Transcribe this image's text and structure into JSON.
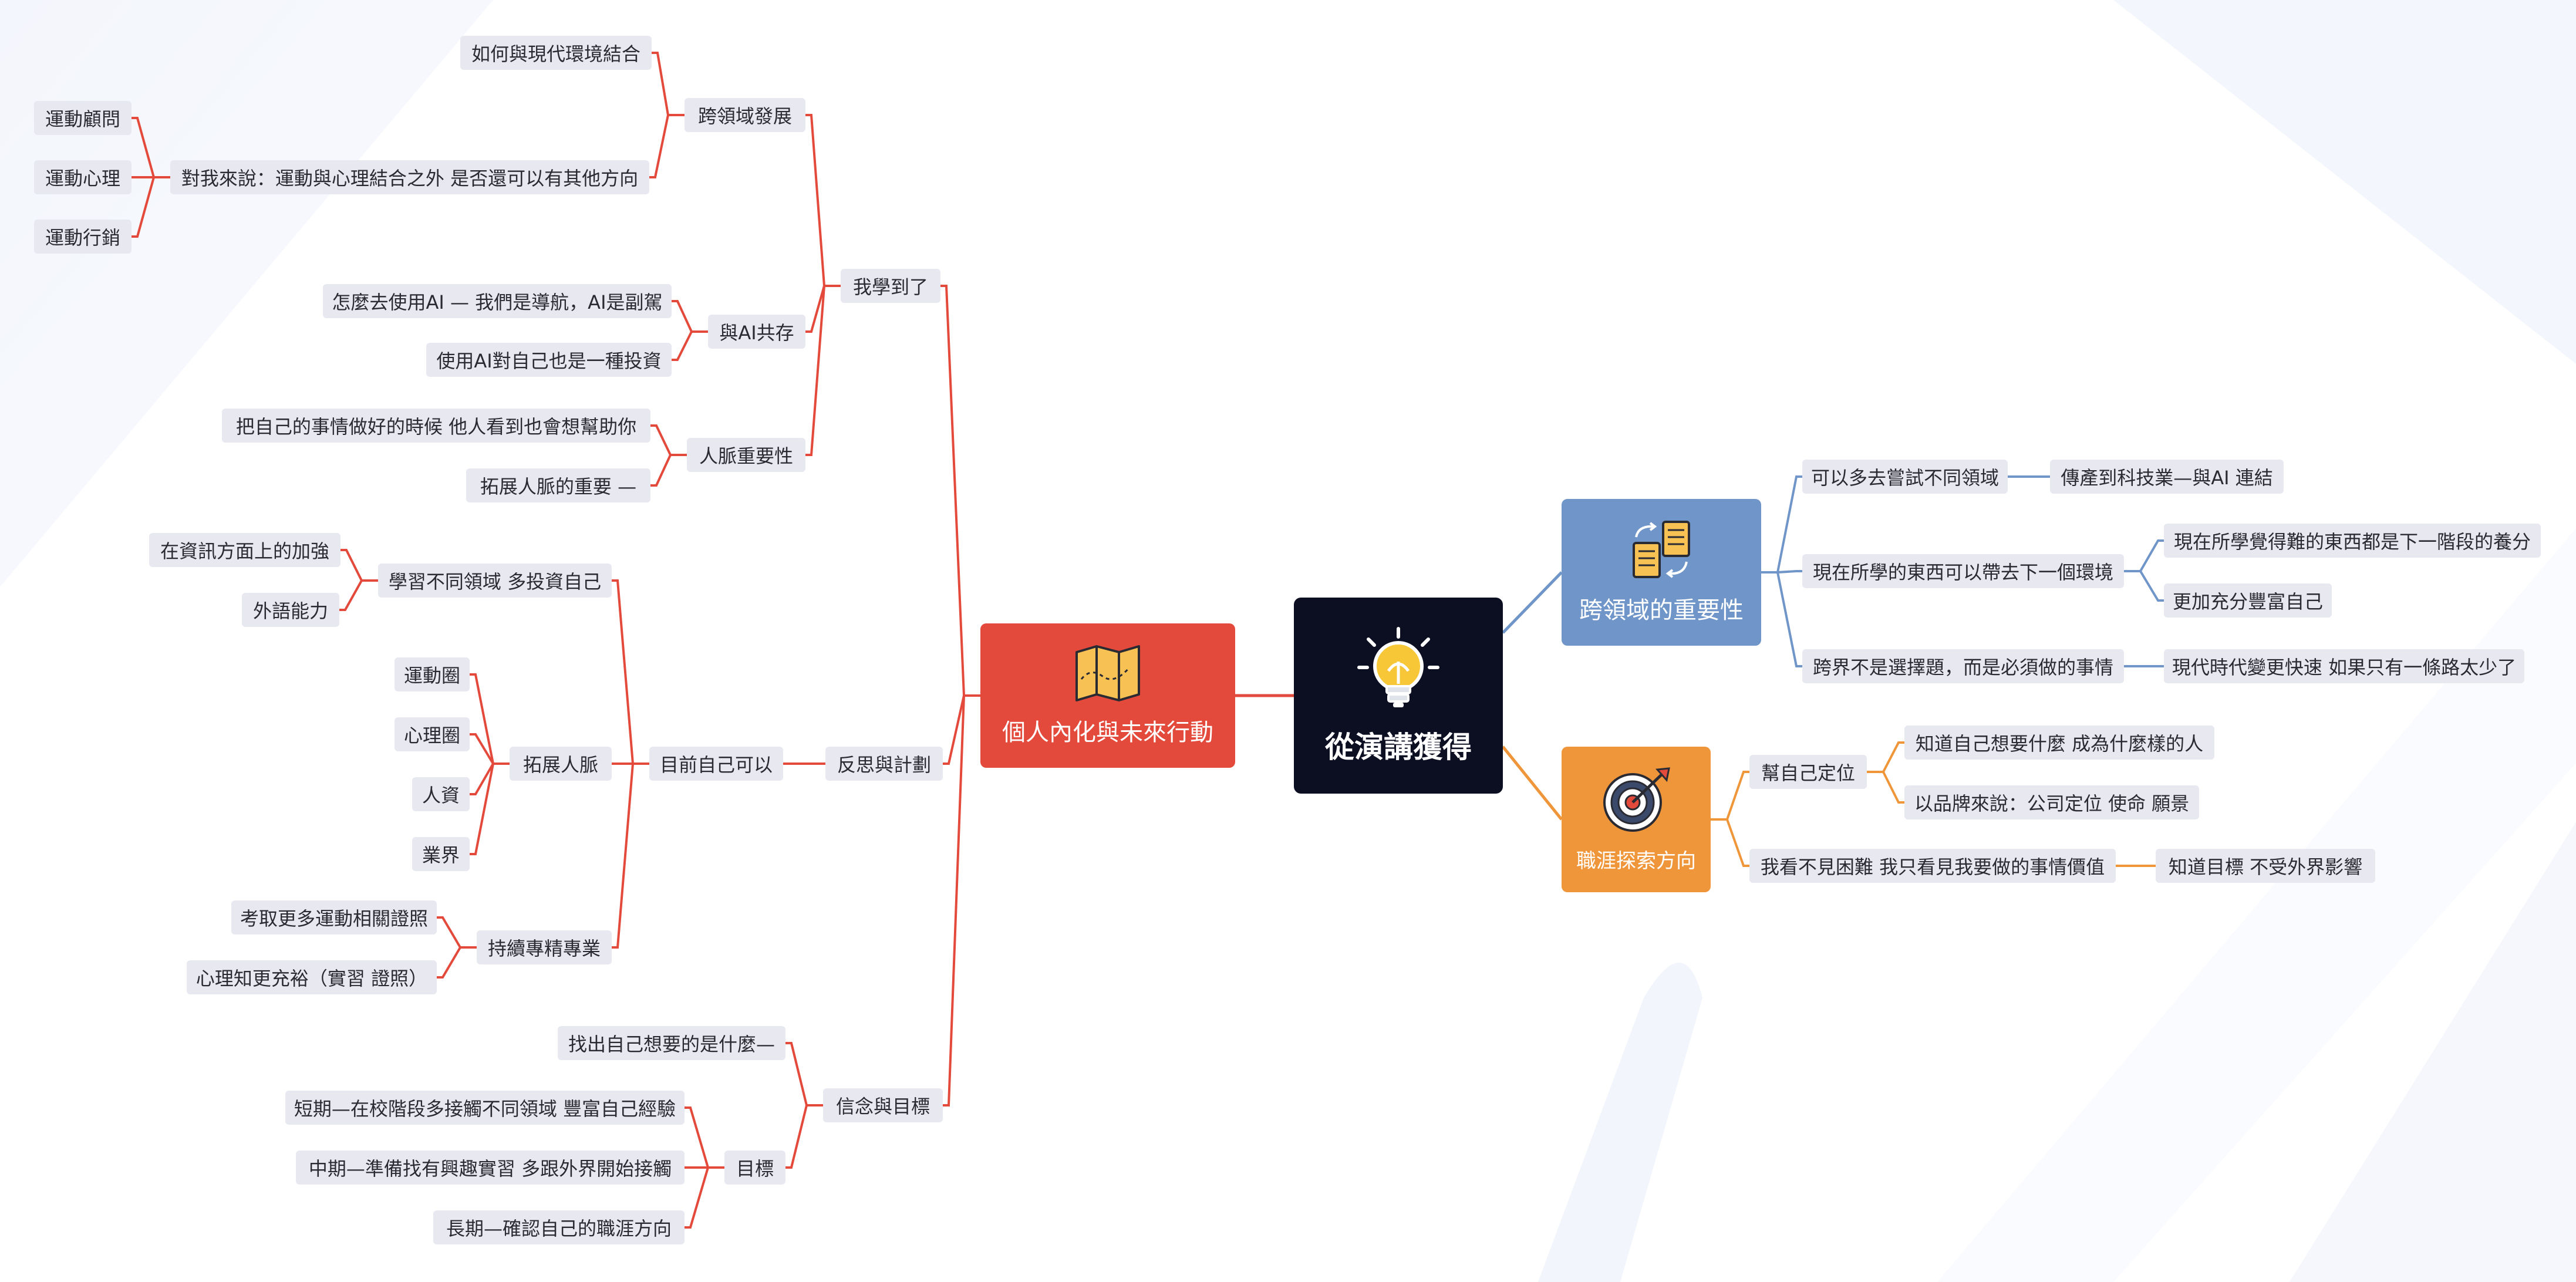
{
  "colors": {
    "red": "#e34a3b",
    "blue": "#6f95c9",
    "orange": "#f0963a",
    "root_bg": "#0c0e22",
    "topic_bg": "#e8e8f1"
  },
  "root": {
    "label": "從演講獲得",
    "icon": "lightbulb-icon"
  },
  "left_main": {
    "label": "個人內化與未來行動",
    "icon": "map-icon"
  },
  "right_main_1": {
    "label": "跨領域的重要性",
    "icon": "documents-exchange-icon"
  },
  "right_main_2": {
    "label": "職涯探索方向",
    "icon": "target-icon"
  },
  "nodes": {
    "t1": "我學到了",
    "t1a": "跨領域發展",
    "t1a1": "如何與現代環境結合",
    "t1a2": "對我來說：運動與心理結合之外 是否還可以有其他方向",
    "t1a2a": "運動顧問",
    "t1a2b": "運動心理",
    "t1a2c": "運動行銷",
    "t1b": "與AI共存",
    "t1b1": "怎麼去使用AI — 我們是導航，AI是副駕",
    "t1b2": "使用AI對自己也是一種投資",
    "t1c": "人脈重要性",
    "t1c1": "把自己的事情做好的時候 他人看到也會想幫助你",
    "t1c2": "拓展人脈的重要 —",
    "t2": "反思與計劃",
    "t2a": "目前自己可以",
    "t2a1": "學習不同領域 多投資自己",
    "t2a1a": "在資訊方面上的加強",
    "t2a1b": "外語能力",
    "t2a2": "拓展人脈",
    "t2a2a": "運動圈",
    "t2a2b": "心理圈",
    "t2a2c": "人資",
    "t2a2d": "業界",
    "t2a3": "持續專精專業",
    "t2a3a": "考取更多運動相關證照",
    "t2a3b": "心理知更充裕（實習 證照）",
    "t3": "信念與目標",
    "t3a": "找出自己想要的是什麼—",
    "t3b": "目標",
    "t3b1": "短期—在校階段多接觸不同領域 豐富自己經驗",
    "t3b2": "中期—準備找有興趣實習 多跟外界開始接觸",
    "t3b3": "長期—確認自己的職涯方向",
    "r1a": "可以多去嘗試不同領域",
    "r1a1": "傳產到科技業—與AI 連結",
    "r1b": "現在所學的東西可以帶去下一個環境",
    "r1b1": "現在所學覺得難的東西都是下一階段的養分",
    "r1b2": "更加充分豐富自己",
    "r1c": "跨界不是選擇題，而是必須做的事情",
    "r1c1": "現代時代變更快速 如果只有一條路太少了",
    "r2a": "幫自己定位",
    "r2a1": "知道自己想要什麼 成為什麼樣的人",
    "r2a2": "以品牌來說：公司定位 使命 願景",
    "r2b": "我看不見困難 我只看見我要做的事情價值",
    "r2b1": "知道目標 不受外界影響"
  }
}
